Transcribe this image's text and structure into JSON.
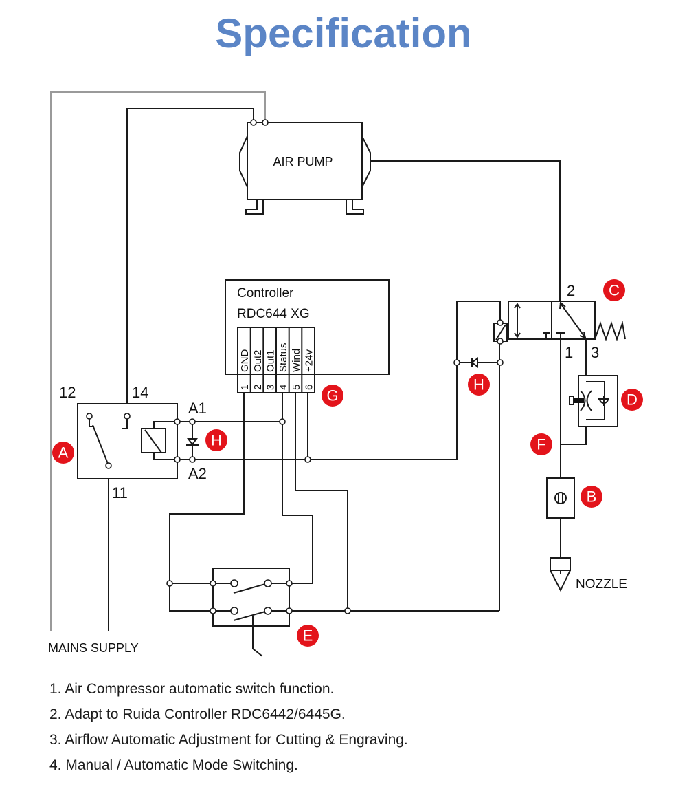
{
  "title": "Specification",
  "components": {
    "air_pump": "AIR PUMP",
    "controller_line1": "Controller",
    "controller_line2": "RDC644 XG",
    "controller_pins": [
      {
        "num": "1",
        "name": "GND"
      },
      {
        "num": "2",
        "name": "Out2"
      },
      {
        "num": "3",
        "name": "Out1"
      },
      {
        "num": "4",
        "name": "Status"
      },
      {
        "num": "5",
        "name": "Wind"
      },
      {
        "num": "6",
        "name": "+24v"
      }
    ],
    "relay_terminals": {
      "t12": "12",
      "t14": "14",
      "t11": "11",
      "a1": "A1",
      "a2": "A2"
    },
    "valve_ports": {
      "p1": "1",
      "p2": "2",
      "p3": "3"
    },
    "nozzle": "NOZZLE",
    "mains": "MAINS SUPPLY"
  },
  "badges": {
    "a": "A",
    "b": "B",
    "c": "C",
    "d": "D",
    "e": "E",
    "f": "F",
    "g": "G",
    "h1": "H",
    "h2": "H"
  },
  "badge_color": "#e3141b",
  "title_color": "#5b85c6",
  "notes": [
    "1. Air Compressor automatic switch function.",
    "2. Adapt to Ruida Controller RDC6442/6445G.",
    "3. Airflow Automatic Adjustment for Cutting & Engraving.",
    "4. Manual / Automatic Mode Switching."
  ]
}
